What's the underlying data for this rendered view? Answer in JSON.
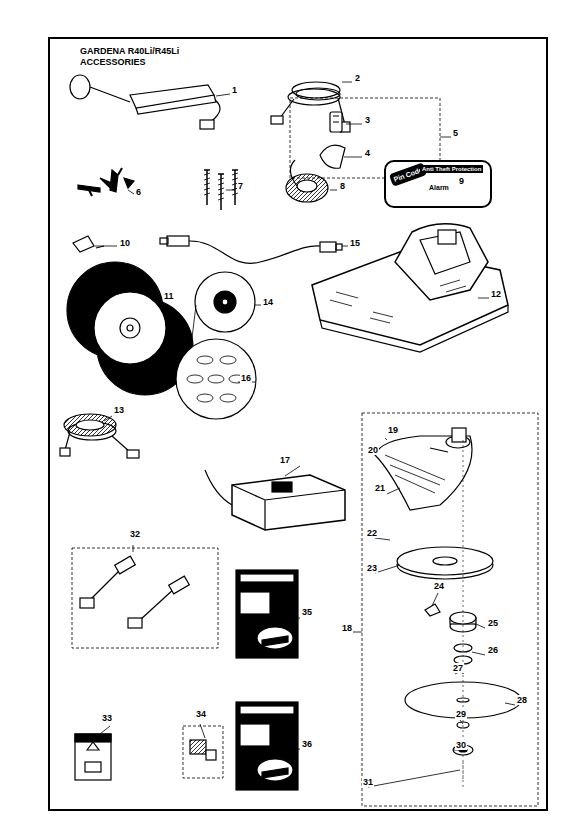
{
  "diagram": {
    "title": "GARDENA R40Li/R45Li ACCESSORIES",
    "nodes": [
      {
        "text": [
          "Pin Code",
          "Anti Theft Protection",
          "Alarm"
        ]
      }
    ],
    "labels": [
      "1",
      "2",
      "3",
      "4",
      "5",
      "6",
      "7",
      "8",
      "9",
      "10",
      "15",
      "11",
      "14",
      "12",
      "16",
      "13",
      "17",
      "19",
      "20",
      "21",
      "22",
      "23",
      "24",
      "25",
      "18",
      "26",
      "27",
      "28",
      "29",
      "30",
      "31",
      "32",
      "35",
      "33",
      "34",
      "36"
    ]
  }
}
